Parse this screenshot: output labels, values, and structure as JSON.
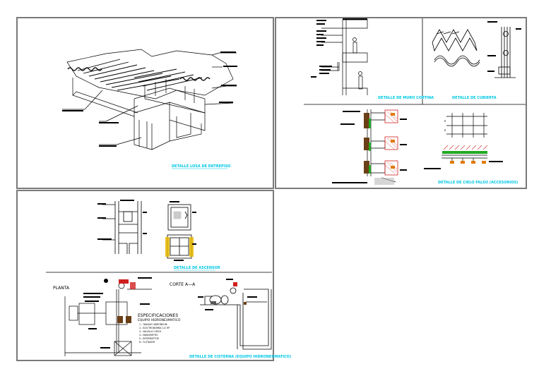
{
  "drawing": {
    "panels": [
      {
        "id": "p1",
        "caption": "DETALLE LOSA DE ENTREPISO"
      },
      {
        "id": "p2a",
        "caption": "DETALLE DE MURO CORTINA"
      },
      {
        "id": "p2b",
        "caption": "DETALLE DE CUBIERTA"
      },
      {
        "id": "p2c",
        "caption": ""
      },
      {
        "id": "p2d",
        "caption": "DETALLE DE CIELO FALSO (ACCESORIOS)"
      },
      {
        "id": "p3a",
        "caption": "DETALLE DE ASCENSOR"
      },
      {
        "id": "p3b",
        "caption": "DETALLE DE CISTERNA (EQUIPO HIDRONEUMATICO)"
      }
    ],
    "labels": {
      "planta": "PLANTA",
      "corte": "CORTE A—A",
      "especificaciones": "ESPECIFICACIONES",
      "spec_sub": "EQUIPO HIDRONEUMATICO",
      "spec_items": [
        "1.- TANQUE HIDRONEUM.",
        "2.- ELECTROBOMBA 1/2 HP",
        "3.- VALVULA CHECK",
        "4.- MANOMETRO",
        "5.- INTERRUPTOR",
        "6.- FLOTADOR"
      ]
    }
  }
}
